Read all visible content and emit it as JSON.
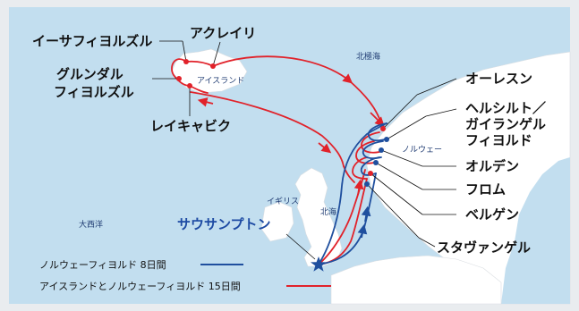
{
  "labels": {
    "isafjordur": "イーサフィヨルズル",
    "akureyri": "アクレイリ",
    "grundarfjordur_1": "グルンダル",
    "grundarfjordur_2": "フィヨルズル",
    "reykjavik": "レイキャビク",
    "alesund": "オーレスン",
    "hellesylt_1": "ヘルシルト／",
    "hellesylt_2": "ガイランゲル",
    "hellesylt_3": "フィヨルド",
    "olden": "オルデン",
    "flam": "フロム",
    "bergen": "ベルゲン",
    "stavanger": "スタヴァンゲル"
  },
  "seas": {
    "iceland": "アイスランド",
    "arctic_sea": "北極海",
    "norway": "ノルウェー",
    "england": "イギリス",
    "north_sea": "北海",
    "atlantic": "大西洋"
  },
  "southampton": "サウサンプトン",
  "legend": {
    "route_8day": "ノルウェーフィヨルド 8日間",
    "route_15day": "アイスランドとノルウェーフィヨルド 15日間"
  },
  "colors": {
    "ocean": "#c2deef",
    "land": "#ffffff",
    "red_route": "#e1222a",
    "blue_route": "#1f4f9e",
    "port_label": "#1d4aa3"
  }
}
